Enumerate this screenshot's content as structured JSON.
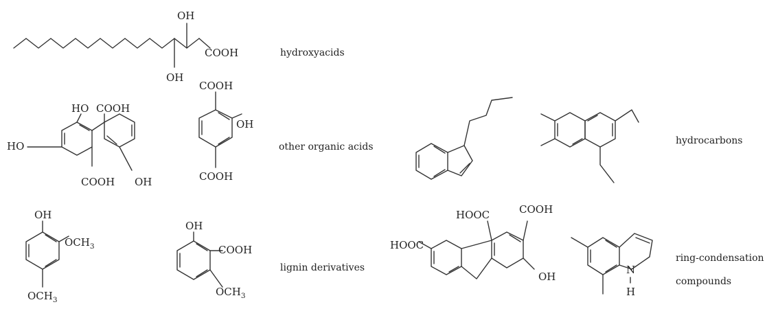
{
  "classes": {
    "hydroxyacids": "hydroxyacids",
    "other_organic_acids": "other organic acids",
    "hydrocarbons": "hydrocarbons",
    "lignin_derivatives": "lignin derivatives",
    "ring_condensation_1": "ring-condensation",
    "ring_condensation_2": "compounds"
  },
  "atoms": {
    "oh": "OH",
    "ho": "HO",
    "cooh": "COOH",
    "hooc": "HOOC",
    "och3_main": "OCH",
    "och3_sub": "3",
    "n": "N",
    "h": "H"
  }
}
